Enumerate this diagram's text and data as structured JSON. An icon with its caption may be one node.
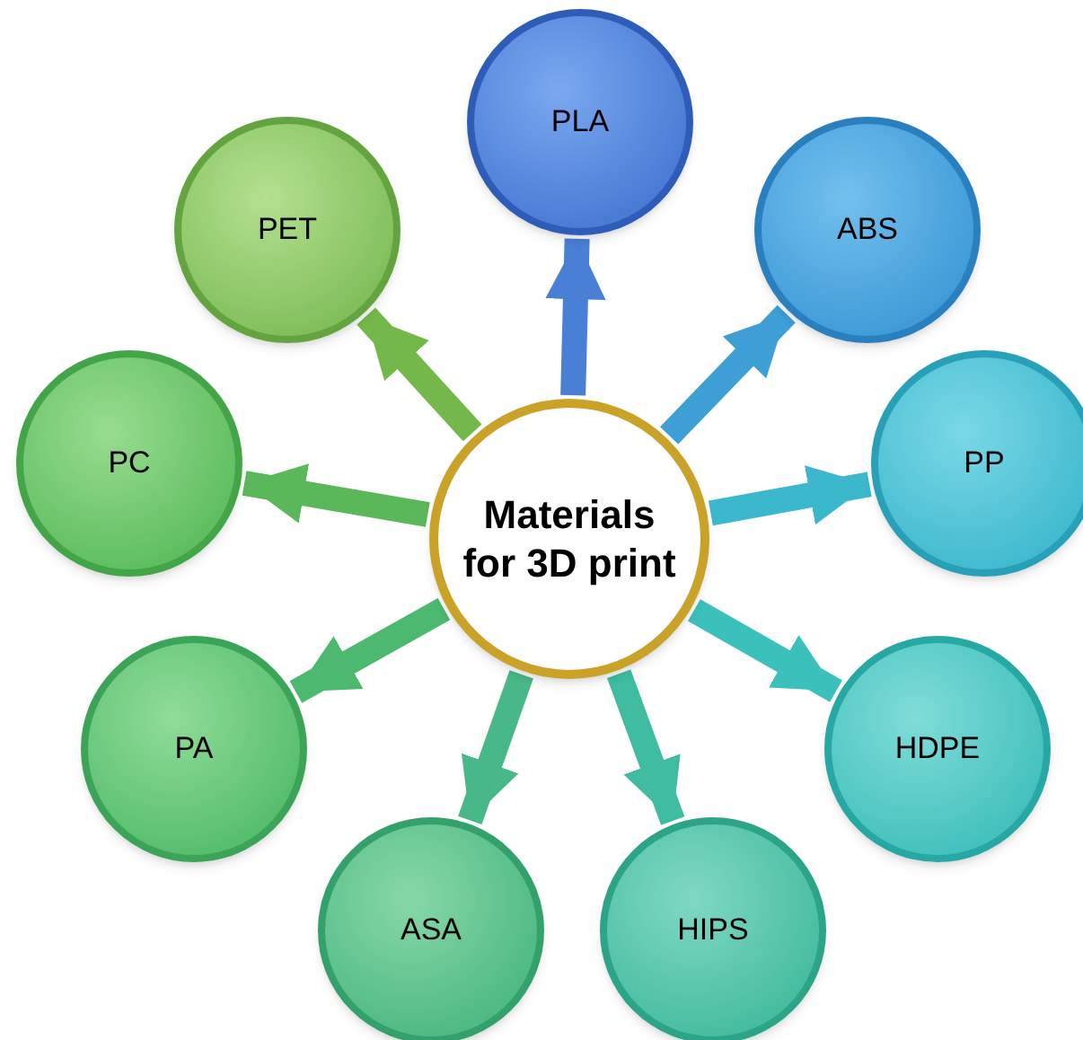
{
  "diagram": {
    "nodes": [
      {
        "text": [
          "Materials for 3D print"
        ]
      },
      {
        "text": [
          "PLA"
        ]
      },
      {
        "text": [
          "ABS"
        ]
      },
      {
        "text": [
          "PP"
        ]
      },
      {
        "text": [
          "HDPE"
        ]
      },
      {
        "text": [
          "HIPS"
        ]
      },
      {
        "text": [
          "ASA"
        ]
      },
      {
        "text": [
          "PA"
        ]
      },
      {
        "text": [
          "PC"
        ]
      },
      {
        "text": [
          "PET"
        ]
      }
    ],
    "edges": [
      {
        "from": 0,
        "to": 1,
        "arrow": "to",
        "color": "#4a7fd6"
      },
      {
        "from": 0,
        "to": 2,
        "arrow": "to",
        "color": "#3d9fd6"
      },
      {
        "from": 0,
        "to": 3,
        "arrow": "to",
        "color": "#3bb8cc"
      },
      {
        "from": 0,
        "to": 4,
        "arrow": "to",
        "color": "#3cc0bc"
      },
      {
        "from": 0,
        "to": 5,
        "arrow": "to",
        "color": "#40bca0"
      },
      {
        "from": 0,
        "to": 6,
        "arrow": "to",
        "color": "#48b888"
      },
      {
        "from": 0,
        "to": 7,
        "arrow": "to",
        "color": "#4cb870"
      },
      {
        "from": 0,
        "to": 8,
        "arrow": "to",
        "color": "#5ab85a"
      },
      {
        "from": 0,
        "to": 9,
        "arrow": "to",
        "color": "#74b84c"
      }
    ]
  }
}
